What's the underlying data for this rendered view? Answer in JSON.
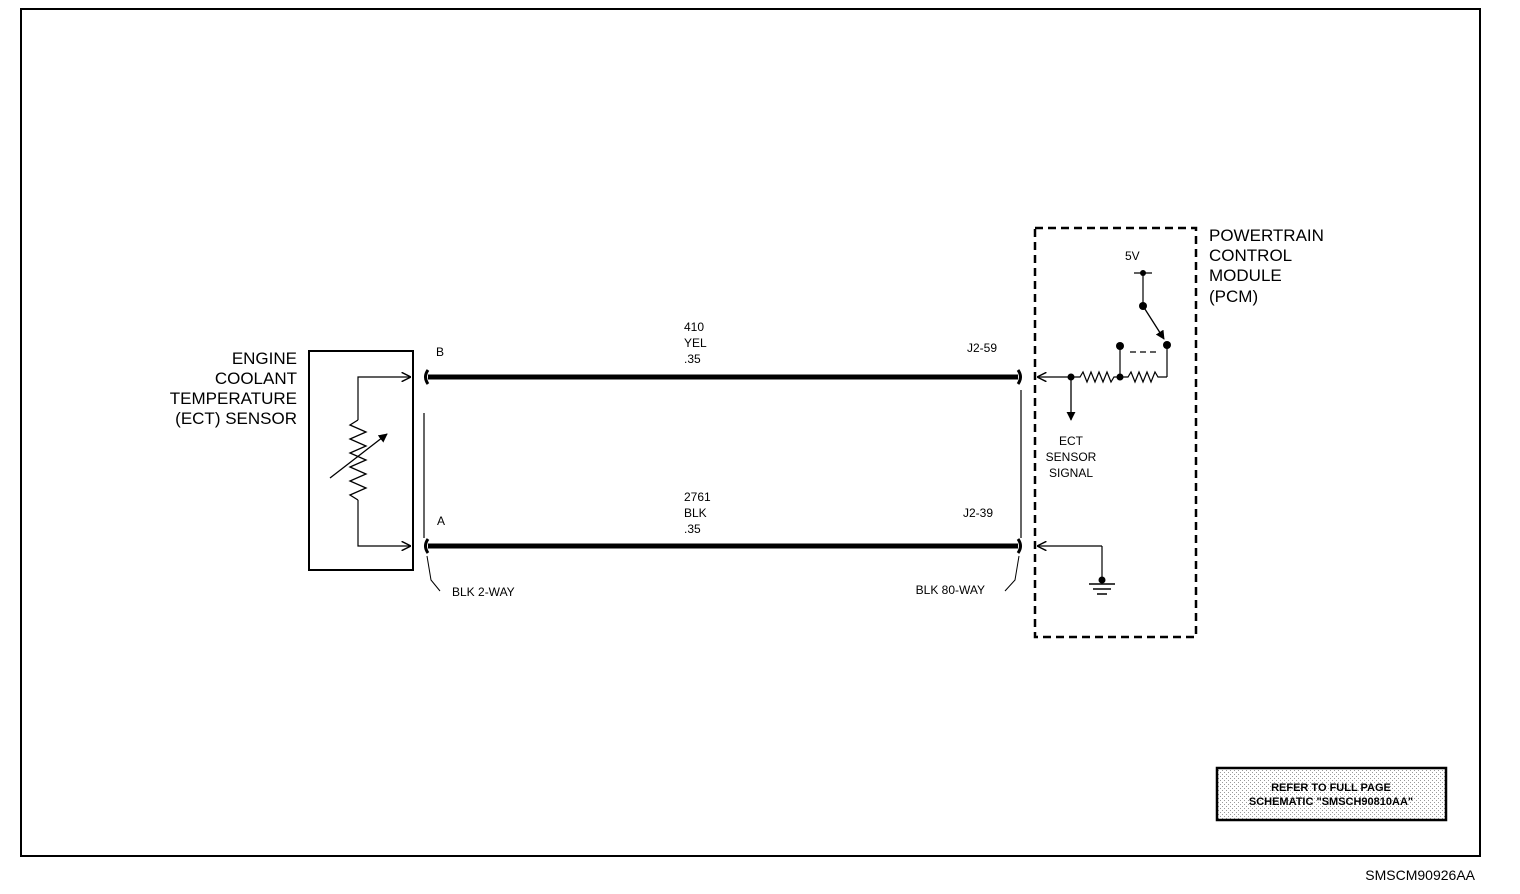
{
  "sensor": {
    "name_lines": [
      "ENGINE",
      "COOLANT",
      "TEMPERATURE",
      "(ECT) SENSOR"
    ],
    "pin_b": "B",
    "pin_a": "A",
    "connector": "BLK 2-WAY"
  },
  "wires": [
    {
      "circuit": "410",
      "color": "YEL",
      "gauge": ".35",
      "pcm_pin": "J2-59"
    },
    {
      "circuit": "2761",
      "color": "BLK",
      "gauge": ".35",
      "pcm_pin": "J2-39"
    }
  ],
  "pcm": {
    "name_lines": [
      "POWERTRAIN",
      "CONTROL",
      "MODULE",
      "(PCM)"
    ],
    "supply_label": "5V",
    "signal_label_lines": [
      "ECT",
      "SENSOR",
      "SIGNAL"
    ],
    "connector": "BLK 80-WAY"
  },
  "reference_box": {
    "lines": [
      "REFER TO FULL PAGE",
      "SCHEMATIC \"SMSCH90810AA\""
    ]
  },
  "figure_code": "SMSCM90926AA"
}
